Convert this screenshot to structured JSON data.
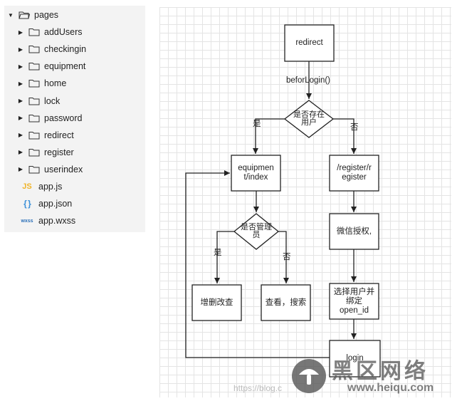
{
  "file_tree": {
    "root": "pages",
    "folders": [
      "addUsers",
      "checkingin",
      "equipment",
      "home",
      "lock",
      "password",
      "redirect",
      "register",
      "userindex"
    ],
    "files": [
      {
        "name": "app.js",
        "icon": "js-file-icon",
        "badge": "JS"
      },
      {
        "name": "app.json",
        "icon": "json-file-icon",
        "badge": "{ }"
      },
      {
        "name": "app.wxss",
        "icon": "wxss-file-icon",
        "badge": "wxss"
      }
    ]
  },
  "flowchart": {
    "nodes": {
      "redirect": "redirect",
      "user_exists": "是否存在\n用户",
      "equipment_index": "equipmen\nt/index",
      "register_page": "/register/r\negister",
      "wechat_auth": "微信授权,",
      "is_admin": "是否管理\n员",
      "crud": "增删改查",
      "view_search": "查看，搜索",
      "select_user": "选择用户并\n绑定\nopen_id",
      "login": "login"
    },
    "edges": {
      "befor_login": "beforLogin()",
      "yes_left": "是",
      "no_right": "否",
      "yes_admin": "是",
      "no_admin": "否"
    }
  },
  "watermark": {
    "brand": "黑区网络",
    "url": "www.heiqu.com",
    "faint": "https://blog.c"
  },
  "colors": {
    "stroke": "#222222",
    "tree_bg": "#f3f3f3",
    "grid": "#e4e4e4"
  }
}
